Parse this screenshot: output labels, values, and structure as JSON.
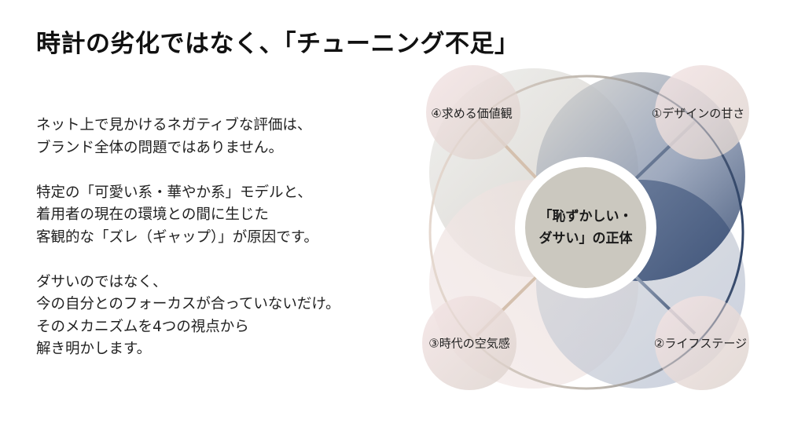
{
  "title": "時計の劣化ではなく、「チューニング不足」",
  "body": {
    "paragraphs": [
      {
        "lines": [
          "ネット上で見かけるネガティブな評価は、",
          "ブランド全体の問題ではありません。"
        ]
      },
      {
        "lines": [
          "特定の「可愛い系・華やか系」モデルと、",
          "着用者の現在の環境との間に生じた",
          "客観的な「ズレ（ギャップ）」が原因です。"
        ]
      },
      {
        "lines": [
          "ダサいのではなく、",
          "今の自分とのフォーカスが合っていないだけ。",
          "そのメカニズムを4つの視点から",
          "解き明かします。"
        ]
      }
    ]
  },
  "diagram": {
    "center": {
      "line1": "「恥ずかしい・",
      "line2": "ダサい」の正体"
    },
    "factors": [
      {
        "number": "①",
        "label": "①デザインの甘さ",
        "position": "top-right",
        "accent": "#3d5478"
      },
      {
        "number": "②",
        "label": "②ライフステージ",
        "position": "bottom-right",
        "accent": "#3d5478"
      },
      {
        "number": "③",
        "label": "③時代の空気感",
        "position": "bottom-left",
        "accent": "#c9b4a0"
      },
      {
        "number": "④",
        "label": "④求める価値観",
        "position": "top-left",
        "accent": "#c9b4a0"
      }
    ],
    "colors": {
      "center_fill": "#cbc8bf",
      "navy": "#33486b",
      "beige_line": "#d2bfae",
      "pink_circle": "#f3e3e3",
      "outer_ring_warm": "#d9c9bc",
      "outer_ring_navy": "#3b4f72"
    }
  }
}
